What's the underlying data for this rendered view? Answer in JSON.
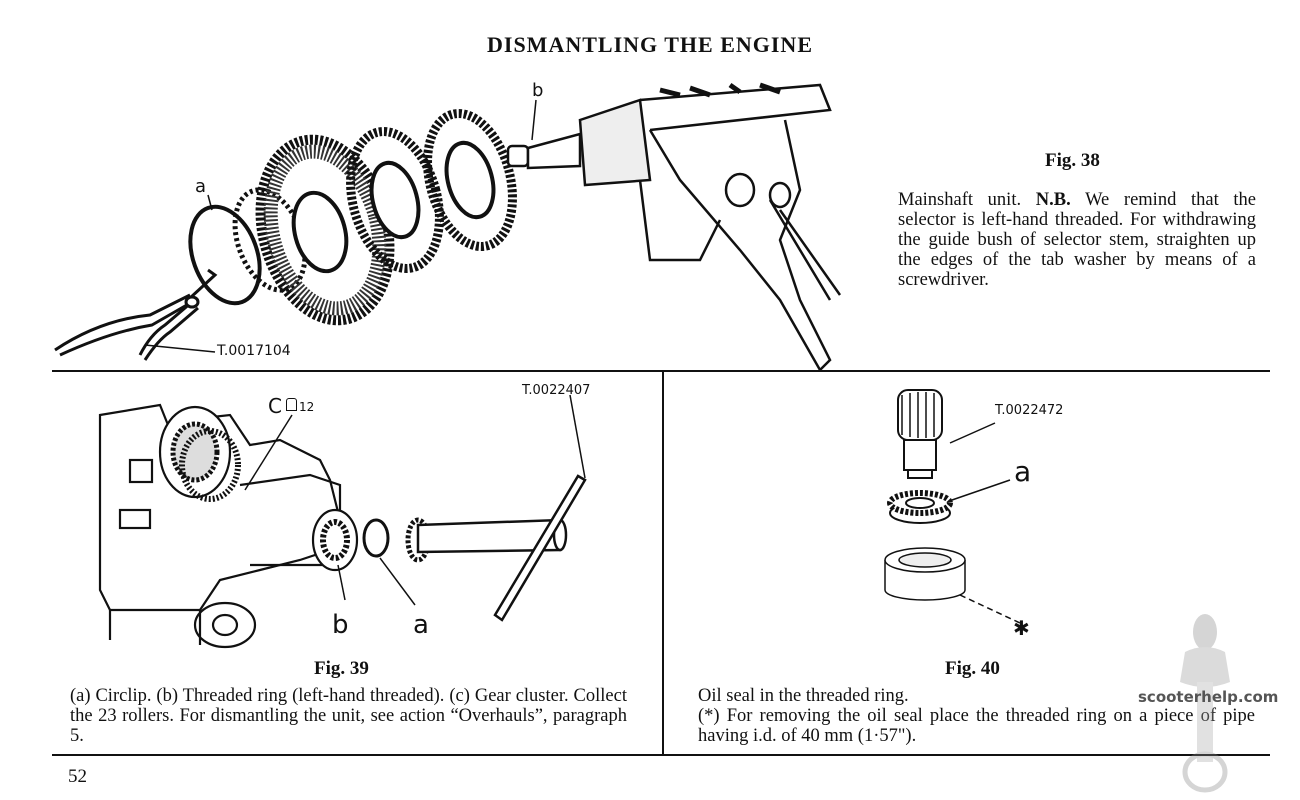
{
  "page": {
    "title": "DISMANTLING THE ENGINE",
    "page_number": "52",
    "watermark": "scooterhelp.com"
  },
  "fig38": {
    "caption": "Fig. 38",
    "text_intro": "Mainshaft unit.",
    "text_nb": "N.B.",
    "text_rest": "We remind that the selector is left-hand threaded. For withdrawing the guide bush of selector stem, straighten up the edges of the tab washer by means of a screwdriver.",
    "label_a": "a",
    "label_b": "b",
    "tool": "T.0017104"
  },
  "fig39": {
    "caption": "Fig. 39",
    "text": "(a) Circlip. (b) Threaded ring (left-hand threaded). (c) Gear cluster. Collect the 23 rollers. For dismantling the unit, see action “Overhauls”, paragraph 5.",
    "label_c": "C",
    "label_12": "12",
    "label_a": "a",
    "label_b": "b",
    "tool": "T.0022407"
  },
  "fig40": {
    "caption": "Fig. 40",
    "text_line1": "Oil seal in the threaded ring.",
    "text_line2": "(*) For removing the oil seal place the threaded ring on a piece of pipe having i.d. of 40 mm (1·57\").",
    "label_a": "a",
    "label_star": "✱",
    "tool": "T.0022472"
  }
}
